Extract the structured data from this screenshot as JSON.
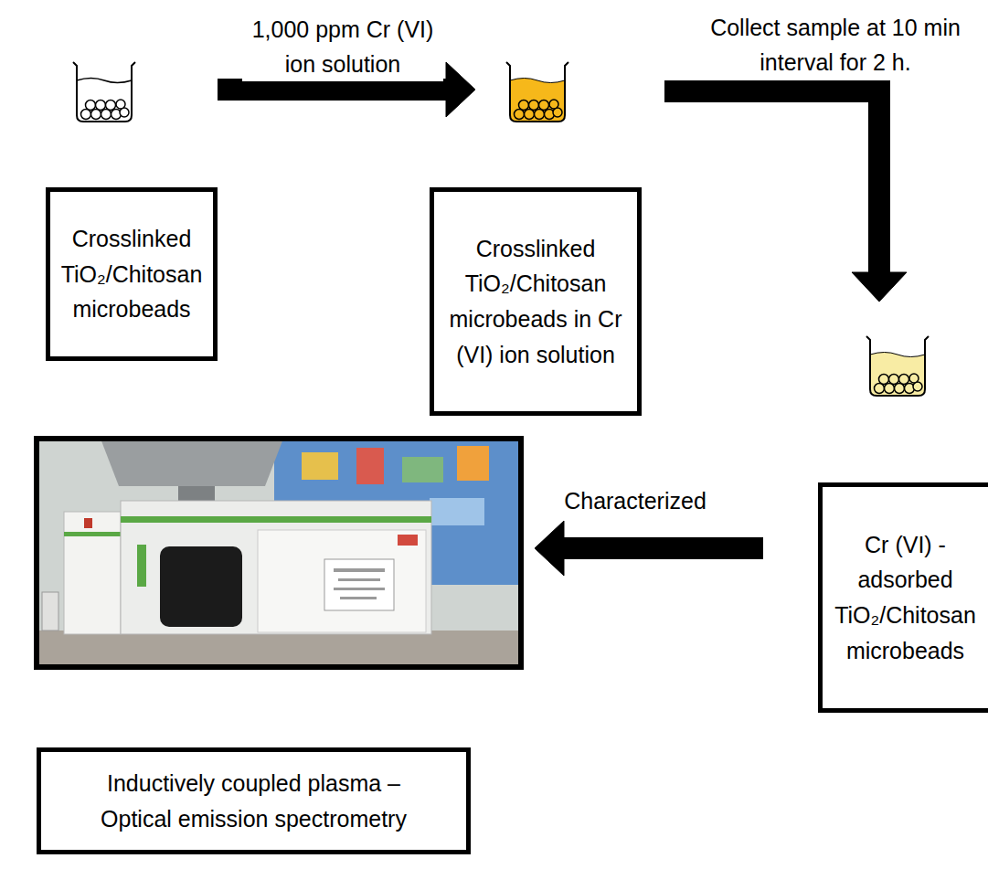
{
  "diagram": {
    "nodes": [
      {
        "text": [
          "Crosslinked TiO₂/Chitosan microbeads"
        ]
      },
      {
        "text": [
          "Crosslinked TiO₂/Chitosan microbeads in Cr (VI) ion solution"
        ]
      },
      {
        "text": [
          "Cr (VI) - adsorbed TiO₂/Chitosan microbeads"
        ]
      },
      {
        "text": [
          "Inductively coupled plasma – Optical emission spectrometry"
        ]
      }
    ],
    "edges": [
      {
        "from": 0,
        "to": 1,
        "arrow": "to",
        "label": "1,000 ppm Cr (VI) ion solution"
      },
      {
        "from": 1,
        "to": 2,
        "arrow": "to",
        "label": "Collect sample at 10 min interval for 2 h."
      },
      {
        "from": 2,
        "to": 3,
        "arrow": "to",
        "label": "Characterized"
      }
    ]
  }
}
